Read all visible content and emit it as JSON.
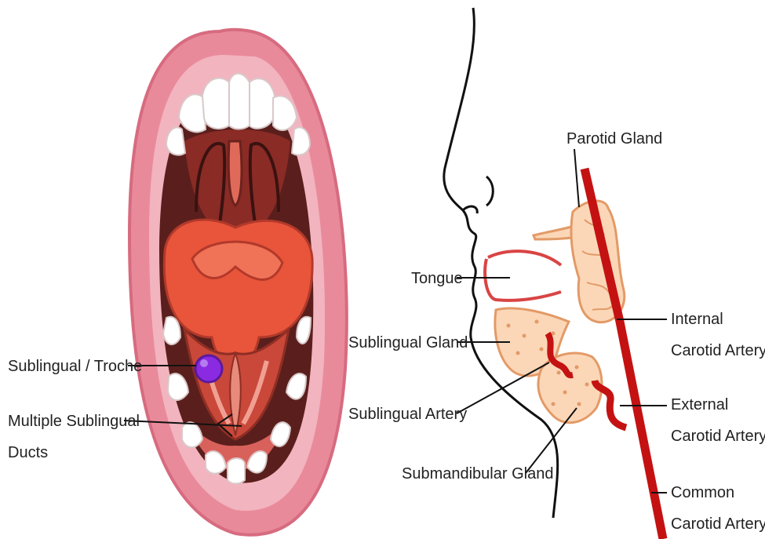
{
  "left_panel": {
    "labels": {
      "sublingual_troche": "Sublingual / Troche",
      "multiple_ducts_line1": "Multiple Sublingual",
      "multiple_ducts_line2": "Ducts"
    },
    "colors": {
      "lip": "#e98a9b",
      "lip_dark": "#d76b7f",
      "gum": "#f2b4bf",
      "mouth_dark": "#5a1f1c",
      "throat": "#8a2b26",
      "tongue": "#e8553b",
      "tongue_under": "#c9483a",
      "teeth": "#ffffff",
      "troche": "#8a2be2"
    }
  },
  "right_panel": {
    "labels": {
      "parotid_gland": "Parotid Gland",
      "tongue": "Tongue",
      "sublingual_gland": "Sublingual Gland",
      "sublingual_artery": "Sublingual Artery",
      "submandibular_gland": "Submandibular Gland",
      "internal_carotid_line1": "Internal",
      "internal_carotid_line2": "Carotid Artery",
      "external_carotid_line1": "External",
      "external_carotid_line2": "Carotid Artery",
      "common_carotid_line1": "Common",
      "common_carotid_line2": "Carotid Artery"
    },
    "colors": {
      "gland_fill": "#fbd7b8",
      "gland_outline": "#e39a67",
      "artery": "#c41212",
      "profile": "#111111"
    }
  }
}
